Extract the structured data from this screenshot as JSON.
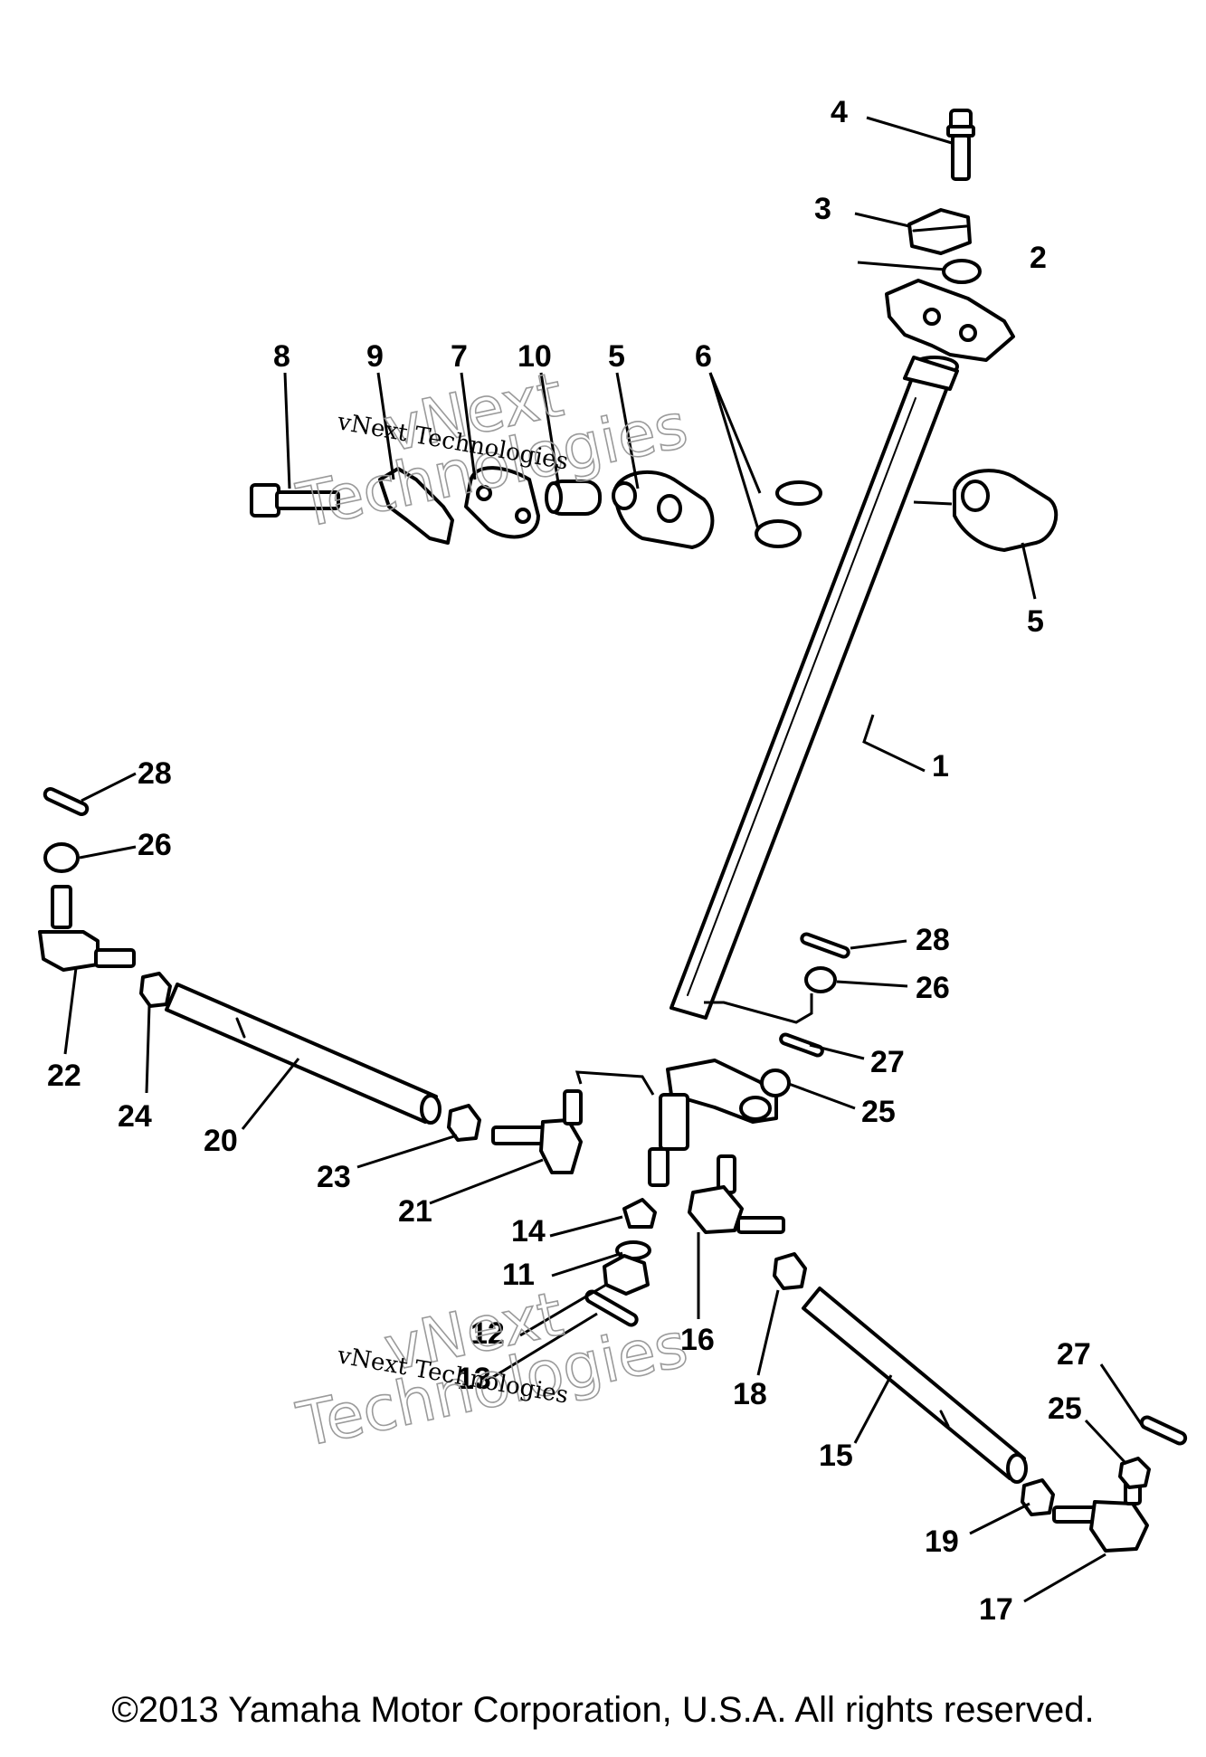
{
  "diagram": {
    "callouts": [
      {
        "id": "c1",
        "label": "1"
      },
      {
        "id": "c2",
        "label": "2"
      },
      {
        "id": "c3",
        "label": "3"
      },
      {
        "id": "c4",
        "label": "4"
      },
      {
        "id": "c5a",
        "label": "5"
      },
      {
        "id": "c5b",
        "label": "5"
      },
      {
        "id": "c6",
        "label": "6"
      },
      {
        "id": "c7",
        "label": "7"
      },
      {
        "id": "c8",
        "label": "8"
      },
      {
        "id": "c9",
        "label": "9"
      },
      {
        "id": "c10",
        "label": "10"
      },
      {
        "id": "c11",
        "label": "11"
      },
      {
        "id": "c12",
        "label": "12"
      },
      {
        "id": "c13",
        "label": "13"
      },
      {
        "id": "c14",
        "label": "14"
      },
      {
        "id": "c15",
        "label": "15"
      },
      {
        "id": "c16",
        "label": "16"
      },
      {
        "id": "c17",
        "label": "17"
      },
      {
        "id": "c18",
        "label": "18"
      },
      {
        "id": "c19",
        "label": "19"
      },
      {
        "id": "c20",
        "label": "20"
      },
      {
        "id": "c21",
        "label": "21"
      },
      {
        "id": "c22",
        "label": "22"
      },
      {
        "id": "c23",
        "label": "23"
      },
      {
        "id": "c24",
        "label": "24"
      },
      {
        "id": "c25a",
        "label": "25"
      },
      {
        "id": "c25b",
        "label": "25"
      },
      {
        "id": "c26a",
        "label": "26"
      },
      {
        "id": "c26b",
        "label": "26"
      },
      {
        "id": "c27a",
        "label": "27"
      },
      {
        "id": "c27b",
        "label": "27"
      },
      {
        "id": "c28a",
        "label": "28"
      },
      {
        "id": "c28b",
        "label": "28"
      }
    ],
    "watermark": {
      "text": "vNext Technologies",
      "outline_line1": "vNext",
      "outline_line2": "Technologies"
    }
  },
  "footer": {
    "copyright": "©2013 Yamaha Motor Corporation, U.S.A. All rights reserved."
  }
}
